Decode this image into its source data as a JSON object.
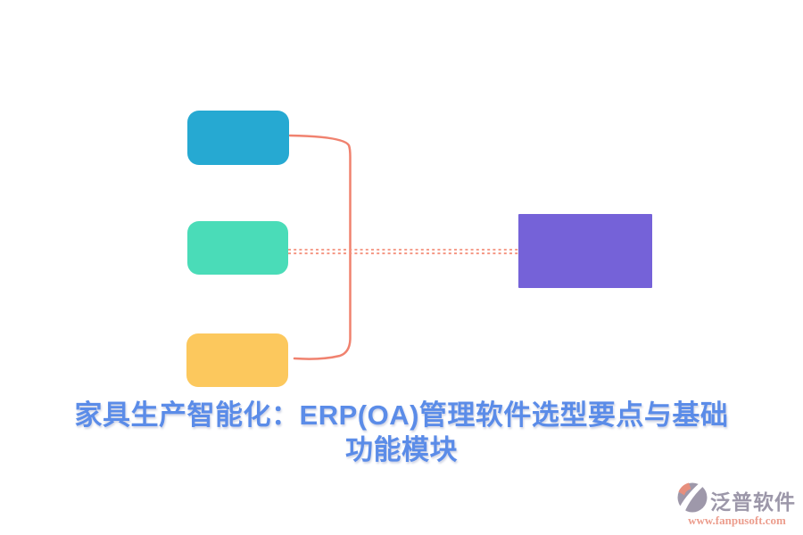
{
  "title": {
    "line1": "家具生产智能化：ERP(OA)管理软件选型要点与基础",
    "line2": "功能模块"
  },
  "diagram": {
    "nodes": [
      {
        "id": "node-top",
        "color": "#26A9D2"
      },
      {
        "id": "node-middle",
        "color": "#4ADCB8"
      },
      {
        "id": "node-bottom",
        "color": "#FCC85D"
      },
      {
        "id": "node-right",
        "color": "#7562D8"
      }
    ],
    "links": [
      {
        "from": "node-top",
        "to": "node-bottom",
        "style": "solid-bracket"
      },
      {
        "from": "node-middle",
        "to": "node-right",
        "style": "dashed"
      }
    ]
  },
  "colors": {
    "node_top": "#26A9D2",
    "node_middle": "#4ADCB8",
    "node_bottom": "#FCC85D",
    "node_right": "#7562D8",
    "connector": "#F0826F",
    "dotted_line": "#F4907C",
    "title_text": "#5B8CE8",
    "watermark_brand": "#9C97A9",
    "watermark_url": "#EC9D8D",
    "background": "#FFFFFF"
  },
  "watermark": {
    "brand": "泛普软件",
    "url": "www.fanpusoft.com"
  }
}
